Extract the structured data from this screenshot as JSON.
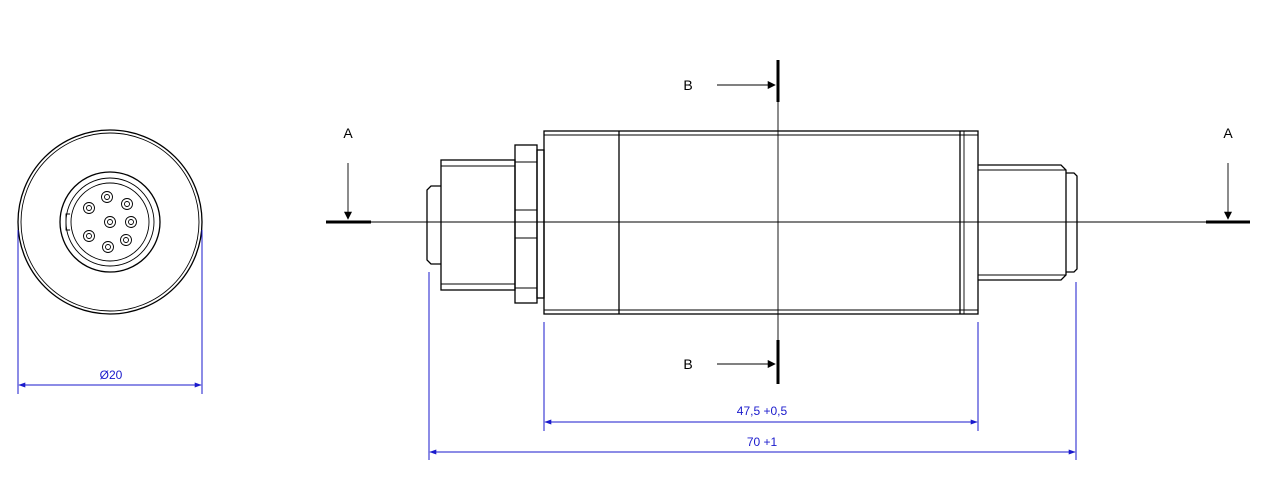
{
  "section_labels": {
    "a_left": "A",
    "a_right": "A",
    "b_top": "B",
    "b_bottom": "B"
  },
  "dimensions": {
    "diameter": "Ø20",
    "body_length": "47,5 +0,5",
    "total_length": "70 +1"
  },
  "colors": {
    "outline": "#000000",
    "dimension": "#1a1acc"
  }
}
